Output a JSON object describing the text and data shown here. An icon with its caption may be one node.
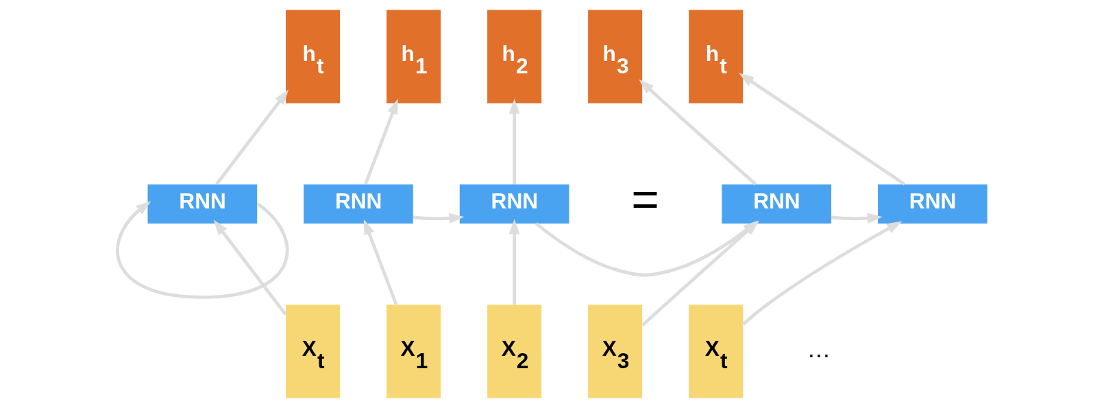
{
  "diagram": {
    "nodes": [
      {
        "text": [
          "h$_{t}$"
        ]
      },
      {
        "text": [
          "RNN"
        ]
      },
      {
        "text": [
          "X$_{t}$"
        ]
      },
      {
        "text": [
          "h$_{1}$"
        ]
      },
      {
        "text": [
          "h$_{2}$"
        ]
      },
      {
        "text": [
          "h$_{3}$"
        ]
      },
      {
        "text": [
          "h$_{t}$"
        ]
      },
      {
        "text": [
          "RNN"
        ]
      },
      {
        "text": [
          "RNN"
        ]
      },
      {
        "text": [
          "RNN"
        ]
      },
      {
        "text": [
          "RNN"
        ]
      },
      {
        "text": [
          "X$_{1}$"
        ]
      },
      {
        "text": [
          "X$_{2}$"
        ]
      },
      {
        "text": [
          "X$_{3}$"
        ]
      },
      {
        "text": [
          "X$_{t}$"
        ]
      }
    ],
    "edges": [
      {
        "from": 2,
        "to": 1,
        "arrow": "to"
      },
      {
        "from": 1,
        "to": 0,
        "arrow": "to"
      },
      {
        "from": 1,
        "to": 1,
        "arrow": "to"
      },
      {
        "from": 11,
        "to": 7,
        "arrow": "to"
      },
      {
        "from": 7,
        "to": 3,
        "arrow": "to"
      },
      {
        "from": 12,
        "to": 8,
        "arrow": "to"
      },
      {
        "from": 8,
        "to": 4,
        "arrow": "to"
      },
      {
        "from": 13,
        "to": 9,
        "arrow": "to"
      },
      {
        "from": 9,
        "to": 5,
        "arrow": "to"
      },
      {
        "from": 14,
        "to": 10,
        "arrow": "to"
      },
      {
        "from": 10,
        "to": 6,
        "arrow": "to"
      },
      {
        "from": 7,
        "to": 8,
        "arrow": "to"
      },
      {
        "from": 8,
        "to": 9,
        "arrow": "to"
      },
      {
        "from": 9,
        "to": 10,
        "arrow": "to"
      }
    ],
    "labels": [
      "=",
      "…"
    ]
  }
}
